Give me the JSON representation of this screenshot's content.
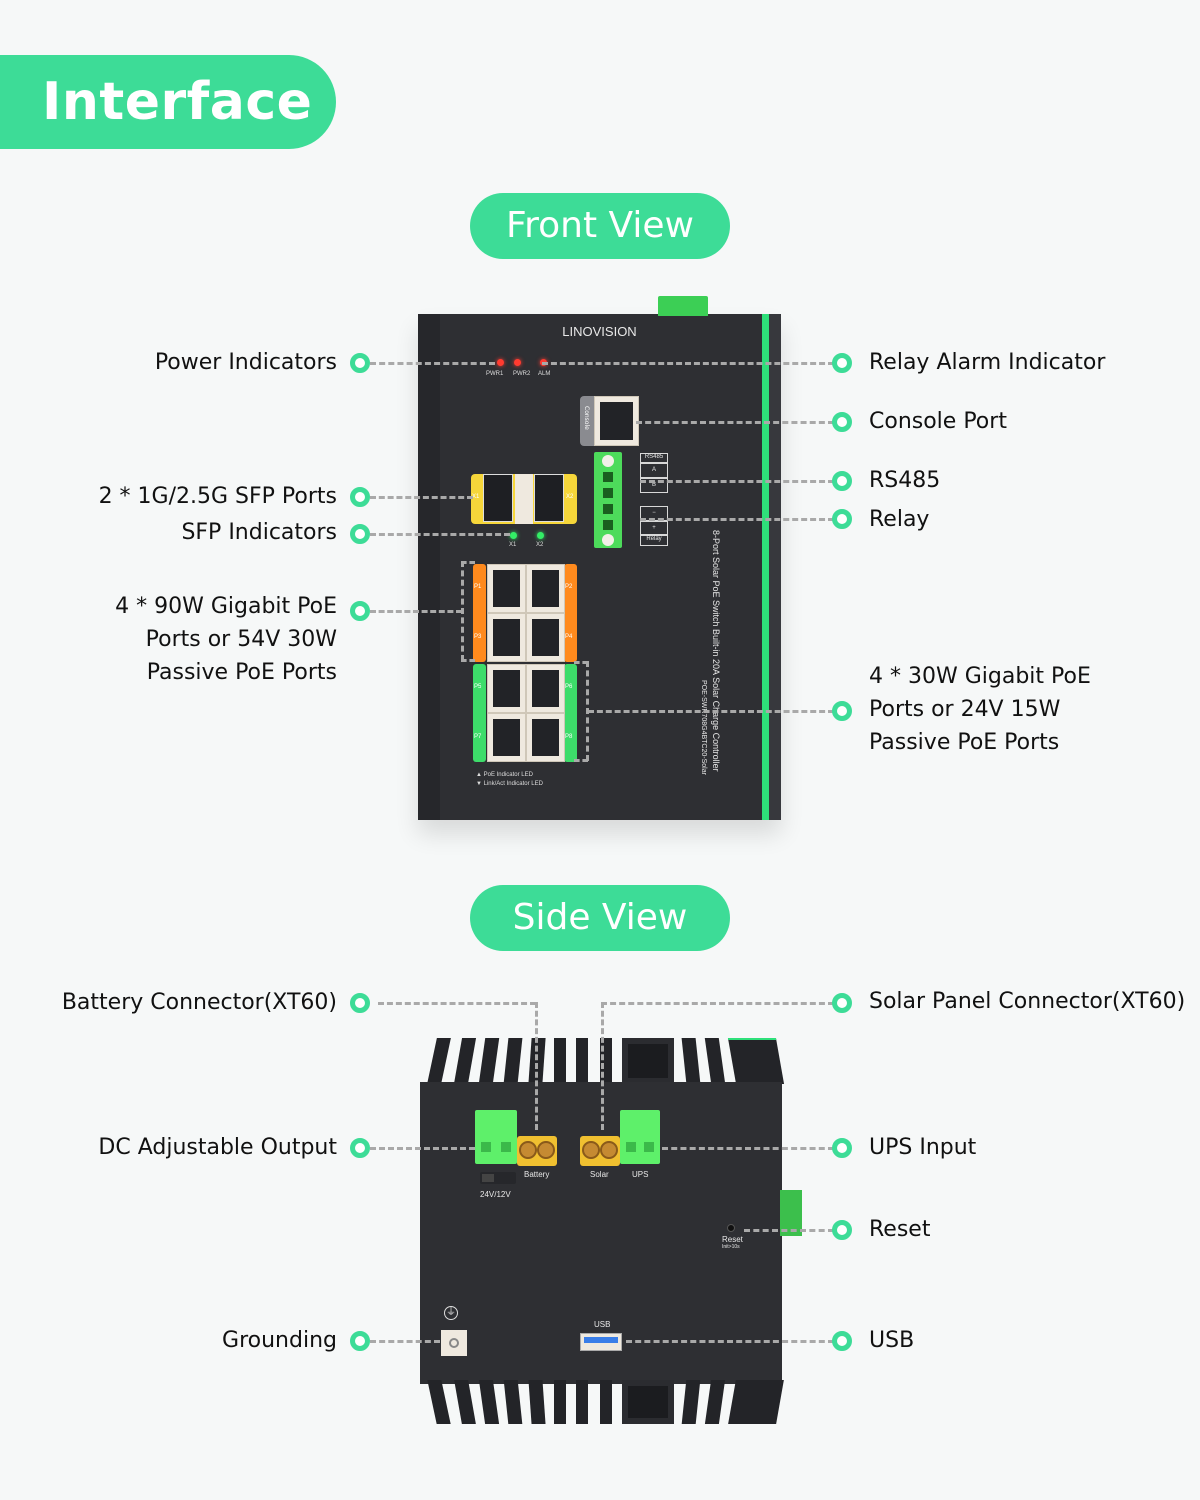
{
  "header": {
    "title": "Interface"
  },
  "front_view": {
    "title": "Front View",
    "device": {
      "brand": "LINOVISION",
      "led_labels": [
        "PWR1",
        "PWR2",
        "ALM"
      ],
      "console_label": "Console",
      "rs485_labels": [
        "RS485",
        "A",
        "B"
      ],
      "relay_labels": [
        "−",
        "+",
        "Relay"
      ],
      "sfp_labels": [
        "X1",
        "X2"
      ],
      "sfp_led_labels": [
        "X1",
        "X2"
      ],
      "port_labels": [
        "P1",
        "P2",
        "P3",
        "P4",
        "P5",
        "P6",
        "P7",
        "P8"
      ],
      "legend_poe": "▲ PoE Indicator LED",
      "legend_link": "▼ Link/Act Indicator LED",
      "side_title": "8-Port Solar PoE Switch Built-in 20A Solar Charge Controller",
      "model": "POE-SWR708G4BTC20-Solar"
    },
    "callouts_left": [
      {
        "label": "Power Indicators"
      },
      {
        "label": "2 * 1G/2.5G SFP Ports"
      },
      {
        "label": "SFP Indicators"
      },
      {
        "label_lines": [
          "4 * 90W Gigabit PoE",
          "Ports or 54V 30W",
          "Passive PoE Ports"
        ]
      }
    ],
    "callouts_right": [
      {
        "label": "Relay Alarm Indicator"
      },
      {
        "label": "Console Port"
      },
      {
        "label": "RS485"
      },
      {
        "label": "Relay"
      },
      {
        "label_lines": [
          "4 * 30W Gigabit PoE",
          "Ports or 24V 15W",
          "Passive PoE Ports"
        ]
      }
    ]
  },
  "side_view": {
    "title": "Side View",
    "device": {
      "battery_label": "Battery",
      "solar_label": "Solar",
      "ups_label": "UPS",
      "switch_label": "24V/12V",
      "reset_label": "Reset",
      "reset_hint": "Init>10s",
      "usb_label": "USB"
    },
    "callouts_left": [
      {
        "label": "Battery Connector(XT60)"
      },
      {
        "label": "DC Adjustable Output"
      },
      {
        "label": "Grounding"
      }
    ],
    "callouts_right": [
      {
        "label": "Solar Panel Connector(XT60)"
      },
      {
        "label": "UPS Input"
      },
      {
        "label": "Reset"
      },
      {
        "label": "USB"
      }
    ]
  },
  "colors": {
    "accent": "#3ddc97",
    "device_body": "#2e2f33",
    "orange_ports": "#ff8a1d",
    "green_ports": "#3ddc6a"
  }
}
